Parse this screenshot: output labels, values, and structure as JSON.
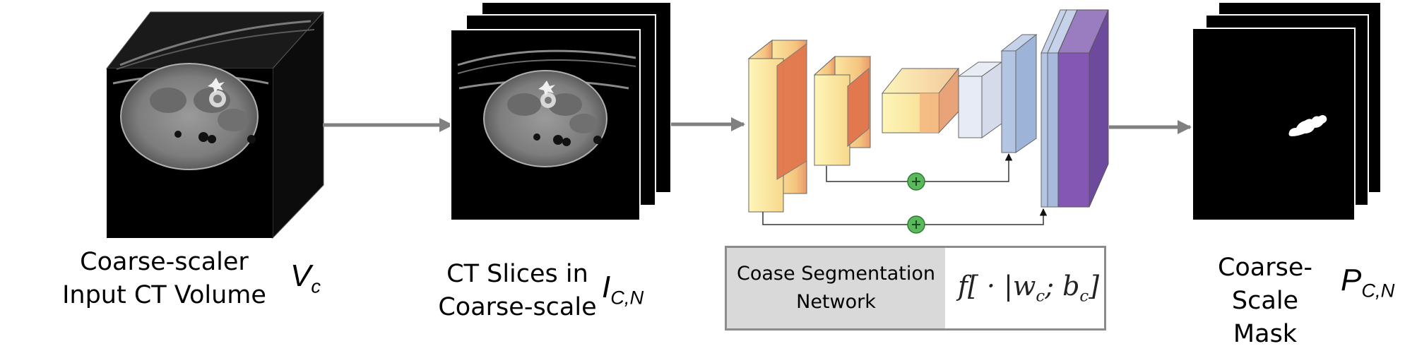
{
  "stages": {
    "input_volume": {
      "label": "Coarse-scaler\nInput CT Volume",
      "symbol": "V",
      "subscript": "c"
    },
    "slices": {
      "label": "CT Slices in\nCoarse-scale",
      "symbol": "I",
      "subscript": "C,N"
    },
    "network": {
      "label": "Coase Segmentation\nNetwork",
      "formula": "f[ · |w_c; b_c]"
    },
    "mask": {
      "label": "Coarse-Scale\nMask",
      "symbol": "P",
      "subscript": "C,N"
    }
  },
  "colors": {
    "arrow": "#808080",
    "connector": "#333333",
    "skip_node": "#5cb85c",
    "block_yellow": "#fdf1a6",
    "block_orange": "#e07850",
    "block_blue": "#a8bce0",
    "block_purple": "#7b4fa8",
    "box_border": "#8c8c8c",
    "box_fill": "#d9d9d9"
  }
}
